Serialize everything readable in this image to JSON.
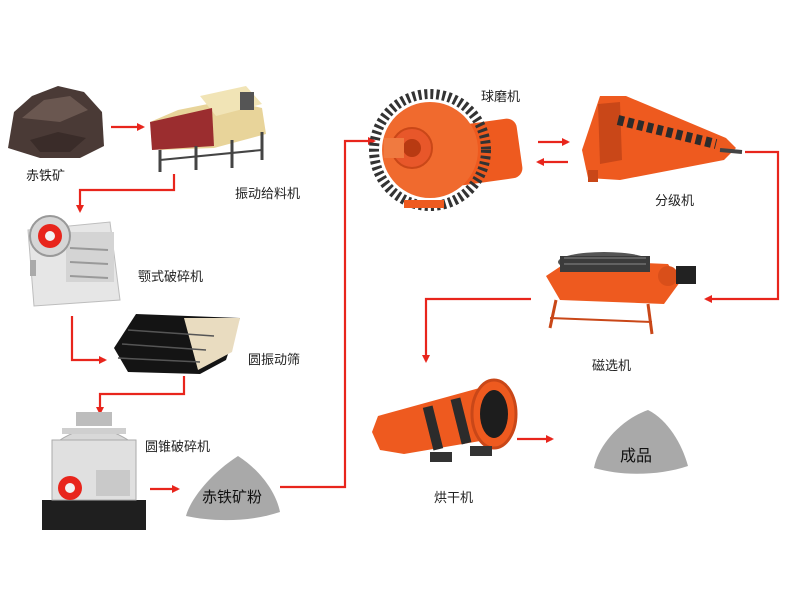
{
  "labels": {
    "hematite": "赤铁矿",
    "feeder": "振动给料机",
    "jaw_crusher": "颚式破碎机",
    "screen": "圆振动筛",
    "cone_crusher": "圆锥破碎机",
    "hematite_powder": "赤铁矿粉",
    "ball_mill": "球磨机",
    "classifier": "分级机",
    "magnetic_separator": "磁选机",
    "dryer": "烘干机",
    "product": "成品"
  },
  "colors": {
    "arrow": "#e8251c",
    "machine_orange": "#ee5a1f",
    "machine_dark": "#2b2b2b",
    "pile_gray": "#a9a9a9"
  }
}
